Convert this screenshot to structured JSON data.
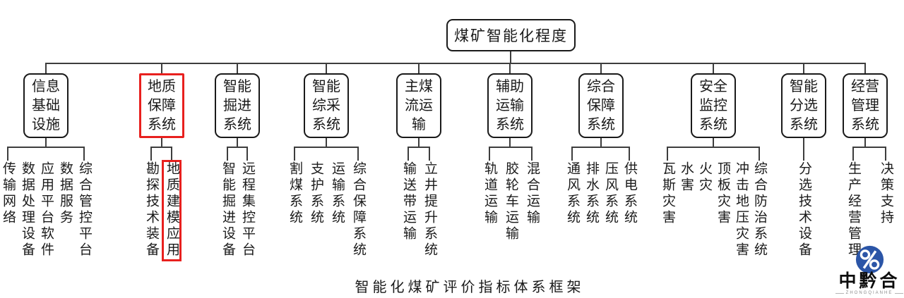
{
  "root": {
    "label": "煤矿智能化程度"
  },
  "caption": "智能化煤矿评价指标体系框架",
  "logo": {
    "name": "中黔合",
    "tagline": "ZHONGQIANHE",
    "icon": "percent-rings-icon",
    "circle_color": "#2b55a7"
  },
  "colors": {
    "background": "#ffffff",
    "line": "#3d3d3d",
    "box_border": "#1a1a1a",
    "highlight": "#e8201e",
    "logo_blue": "#2b55a7"
  },
  "groups": [
    {
      "label": "信息基础设施",
      "highlight": false,
      "leaves": [
        {
          "label": "传输网络",
          "highlight": false
        },
        {
          "label": "数据处理设备",
          "highlight": false
        },
        {
          "label": "应用平台软件",
          "highlight": false
        },
        {
          "label": "数据服务",
          "highlight": false
        },
        {
          "label": "综合管控平台",
          "highlight": false
        }
      ]
    },
    {
      "label": "地质保障系统",
      "highlight": true,
      "leaves": [
        {
          "label": "勘探技术装备",
          "highlight": false
        },
        {
          "label": "地质建模应用",
          "highlight": true
        }
      ]
    },
    {
      "label": "智能掘进系统",
      "highlight": false,
      "leaves": [
        {
          "label": "智能掘进设备",
          "highlight": false
        },
        {
          "label": "远程集控平台",
          "highlight": false
        }
      ]
    },
    {
      "label": "智能综采系统",
      "highlight": false,
      "leaves": [
        {
          "label": "割煤系统",
          "highlight": false
        },
        {
          "label": "支护系统",
          "highlight": false
        },
        {
          "label": "运输系统",
          "highlight": false
        },
        {
          "label": "综合保障系统",
          "highlight": false
        }
      ]
    },
    {
      "label": "主煤流运输",
      "highlight": false,
      "leaves": [
        {
          "label": "输送带运输",
          "highlight": false
        },
        {
          "label": "立井提升系统",
          "highlight": false
        }
      ]
    },
    {
      "label": "辅助运输系统",
      "highlight": false,
      "leaves": [
        {
          "label": "轨道运输",
          "highlight": false
        },
        {
          "label": "胶轮车运输",
          "highlight": false
        },
        {
          "label": "混合运输",
          "highlight": false
        }
      ]
    },
    {
      "label": "综合保障系统",
      "highlight": false,
      "leaves": [
        {
          "label": "通风系统",
          "highlight": false
        },
        {
          "label": "排水系统",
          "highlight": false
        },
        {
          "label": "压风系统",
          "highlight": false
        },
        {
          "label": "供电系统",
          "highlight": false
        }
      ]
    },
    {
      "label": "安全监控系统",
      "highlight": false,
      "leaves": [
        {
          "label": "瓦斯灾害",
          "highlight": false
        },
        {
          "label": "水害",
          "highlight": false
        },
        {
          "label": "火灾",
          "highlight": false
        },
        {
          "label": "顶板灾害",
          "highlight": false
        },
        {
          "label": "冲击地压灾害",
          "highlight": false
        },
        {
          "label": "综合防治系统",
          "highlight": false
        }
      ]
    },
    {
      "label": "智能分选系统",
      "highlight": false,
      "leaves": [
        {
          "label": "分选技术设备",
          "highlight": false
        }
      ]
    },
    {
      "label": "经营管理系统",
      "highlight": false,
      "leaves": [
        {
          "label": "生产经营管理",
          "highlight": false
        },
        {
          "label": "决策支持",
          "highlight": false
        }
      ]
    }
  ]
}
